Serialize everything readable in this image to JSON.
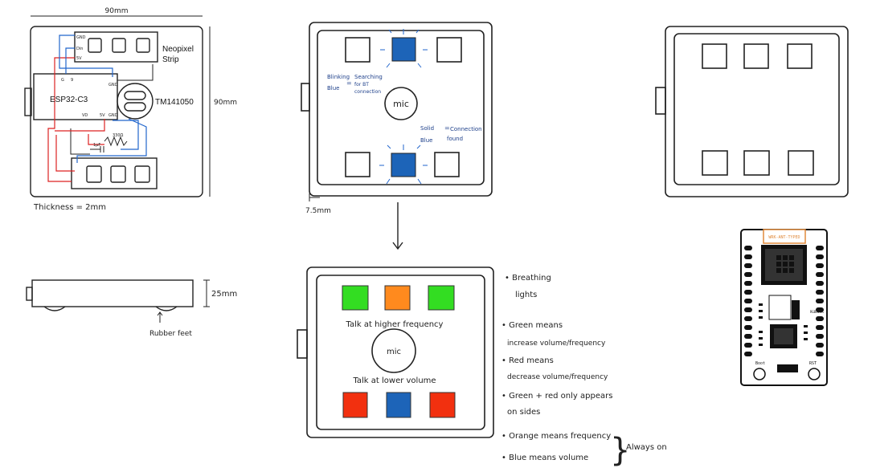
{
  "wiring": {
    "top_width": "90mm",
    "side_height": "90mm",
    "strip_label_1": "Neopixel",
    "strip_label_2": "Strip",
    "controller": "ESP32-C3",
    "mic_part": "TM141050",
    "thickness": "Thickness = 2mm",
    "pin_gnd": "GND",
    "pin_din": "Din",
    "pin_5v": "5V",
    "pin_ge": "G",
    "pin_9": "9",
    "pin_gnd_b": "GND",
    "pin_vd": "VD",
    "pin_5v_b": "5V",
    "pin_gnd_c": "GND",
    "res_label": "330Ω",
    "cap_label": "1µF"
  },
  "side": {
    "height": "25mm",
    "feet": "Rubber feet"
  },
  "device1": {
    "mic": "mic",
    "left_1": "Blinking",
    "left_2": "Blue",
    "left_3": "=",
    "left_4": "Searching",
    "left_5": "for BT",
    "left_6": "connection",
    "right_1": "Solid",
    "right_2": "Blue",
    "right_3": "=",
    "right_4": "Connection",
    "right_5": "found",
    "offset": "7.5mm"
  },
  "device2": {
    "mic": "mic",
    "higher": "Talk at higher frequency",
    "lower": "Talk at lower volume",
    "top_colors": [
      "#33dd22",
      "#ff8a1e",
      "#33dd22"
    ],
    "bottom_colors": [
      "#f2300f",
      "#1d64b8",
      "#f2300f"
    ]
  },
  "notes": {
    "n1a": "• Breathing",
    "n1b": "lights",
    "n2a": "• Green means",
    "n2b": "increase volume/frequency",
    "n3a": "• Red means",
    "n3b": "decrease volume/frequency",
    "n4a": "• Green + red only appears",
    "n4b": "on sides",
    "n5": "• Orange means frequency",
    "n6": "• Blue means volume",
    "brace": "}",
    "always": "Always on"
  },
  "module": {
    "title": "WRK-ANT-TYPED",
    "chip": "RGB8IOK",
    "boot": "Boot",
    "rst": "RST"
  },
  "colors": {
    "led_blue": "#1d64b8",
    "ink": "#222222",
    "wire_red": "#dd2222",
    "wire_blue": "#2266cc",
    "module_orange": "#e08a3c"
  }
}
